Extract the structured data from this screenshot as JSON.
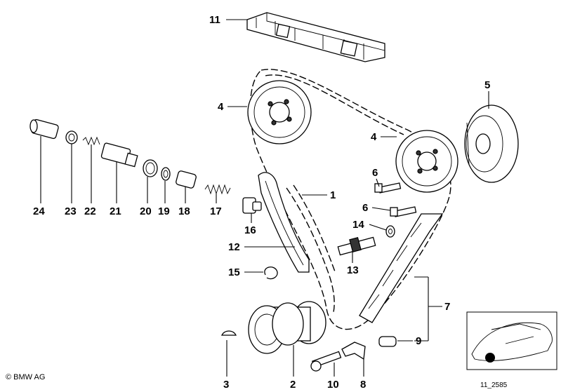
{
  "callouts": {
    "c1": "1",
    "c2": "2",
    "c3": "3",
    "c4a": "4",
    "c4b": "4",
    "c5": "5",
    "c6a": "6",
    "c6b": "6",
    "c7": "7",
    "c8": "8",
    "c9": "9",
    "c10": "10",
    "c11": "11",
    "c12": "12",
    "c13": "13",
    "c14": "14",
    "c15": "15",
    "c16": "16",
    "c17": "17",
    "c18": "18",
    "c19": "19",
    "c20": "20",
    "c21": "21",
    "c22": "22",
    "c23": "23",
    "c24": "24"
  },
  "footer": {
    "copyright": "© BMW AG",
    "diagram_id": "11_2585"
  }
}
